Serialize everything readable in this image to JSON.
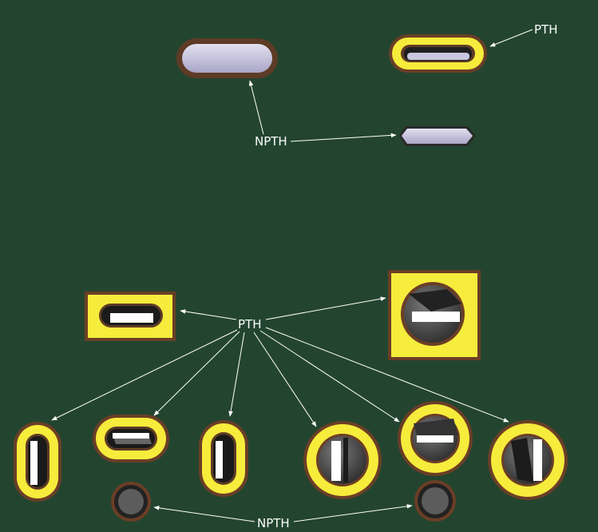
{
  "labels": {
    "pth_top": "PTH",
    "npth_top": "NPTH",
    "pth_center": "PTH",
    "npth_bottom": "NPTH"
  },
  "colors": {
    "board": "#23452f",
    "copper": "#f6ec3b",
    "outline": "#6b3e26",
    "npth_fill": "#c4c0dc",
    "hole_dark": "#2a2a2a",
    "hole_gray": "#6d6d6d",
    "arrow": "#ffffff"
  }
}
